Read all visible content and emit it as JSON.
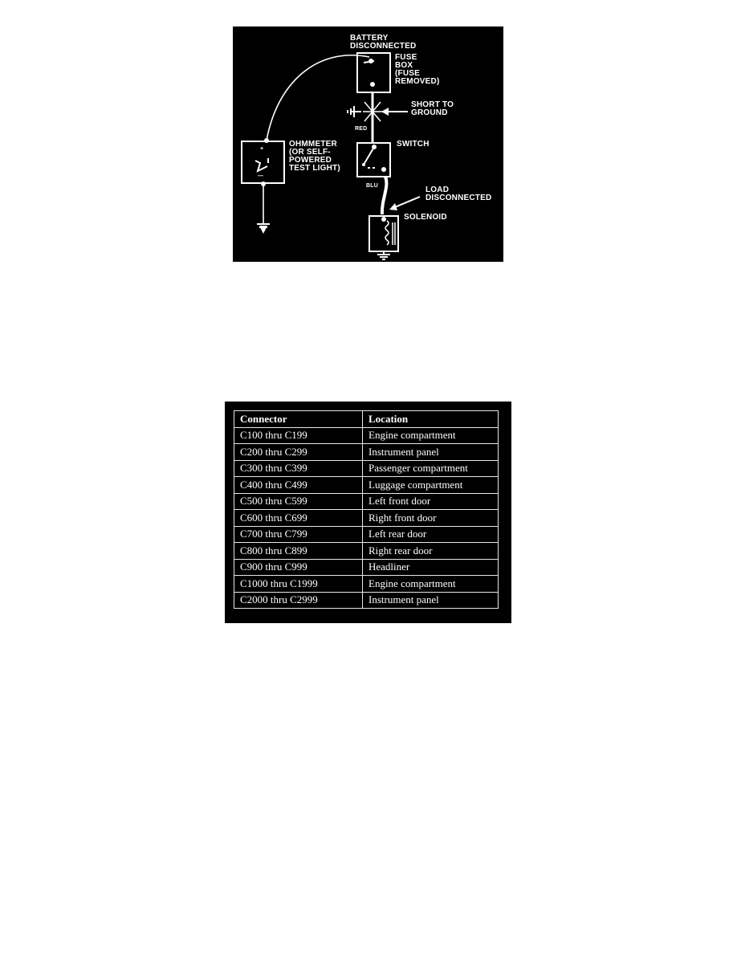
{
  "diagram": {
    "labels": {
      "battery": [
        "BATTERY",
        "DISCONNECTED"
      ],
      "fuse_box": [
        "FUSE",
        "BOX",
        "(FUSE",
        "REMOVED)"
      ],
      "short_to_ground": [
        "SHORT TO",
        "GROUND"
      ],
      "red": "RED",
      "switch": "SWITCH",
      "ohmmeter": [
        "OHMMETER",
        "(OR SELF-",
        "POWERED",
        "TEST LIGHT)"
      ],
      "blu": "BLU",
      "load": [
        "LOAD",
        "DISCONNECTED"
      ],
      "solenoid": "SOLENOID",
      "plus": "+",
      "minus": "—"
    }
  },
  "table": {
    "headers": [
      "Connector",
      "Location"
    ],
    "rows": [
      [
        "C100 thru C199",
        "Engine compartment"
      ],
      [
        "C200 thru C299",
        "Instrument panel"
      ],
      [
        "C300 thru C399",
        "Passenger compartment"
      ],
      [
        "C400 thru C499",
        "Luggage compartment"
      ],
      [
        "C500 thru C599",
        "Left front door"
      ],
      [
        "C600 thru C699",
        "Right front door"
      ],
      [
        "C700 thru C799",
        "Left rear door"
      ],
      [
        "C800 thru C899",
        "Right rear door"
      ],
      [
        "C900 thru C999",
        "Headliner"
      ],
      [
        "C1000 thru C1999",
        "Engine compartment"
      ],
      [
        "C2000 thru C2999",
        "Instrument panel"
      ]
    ]
  }
}
